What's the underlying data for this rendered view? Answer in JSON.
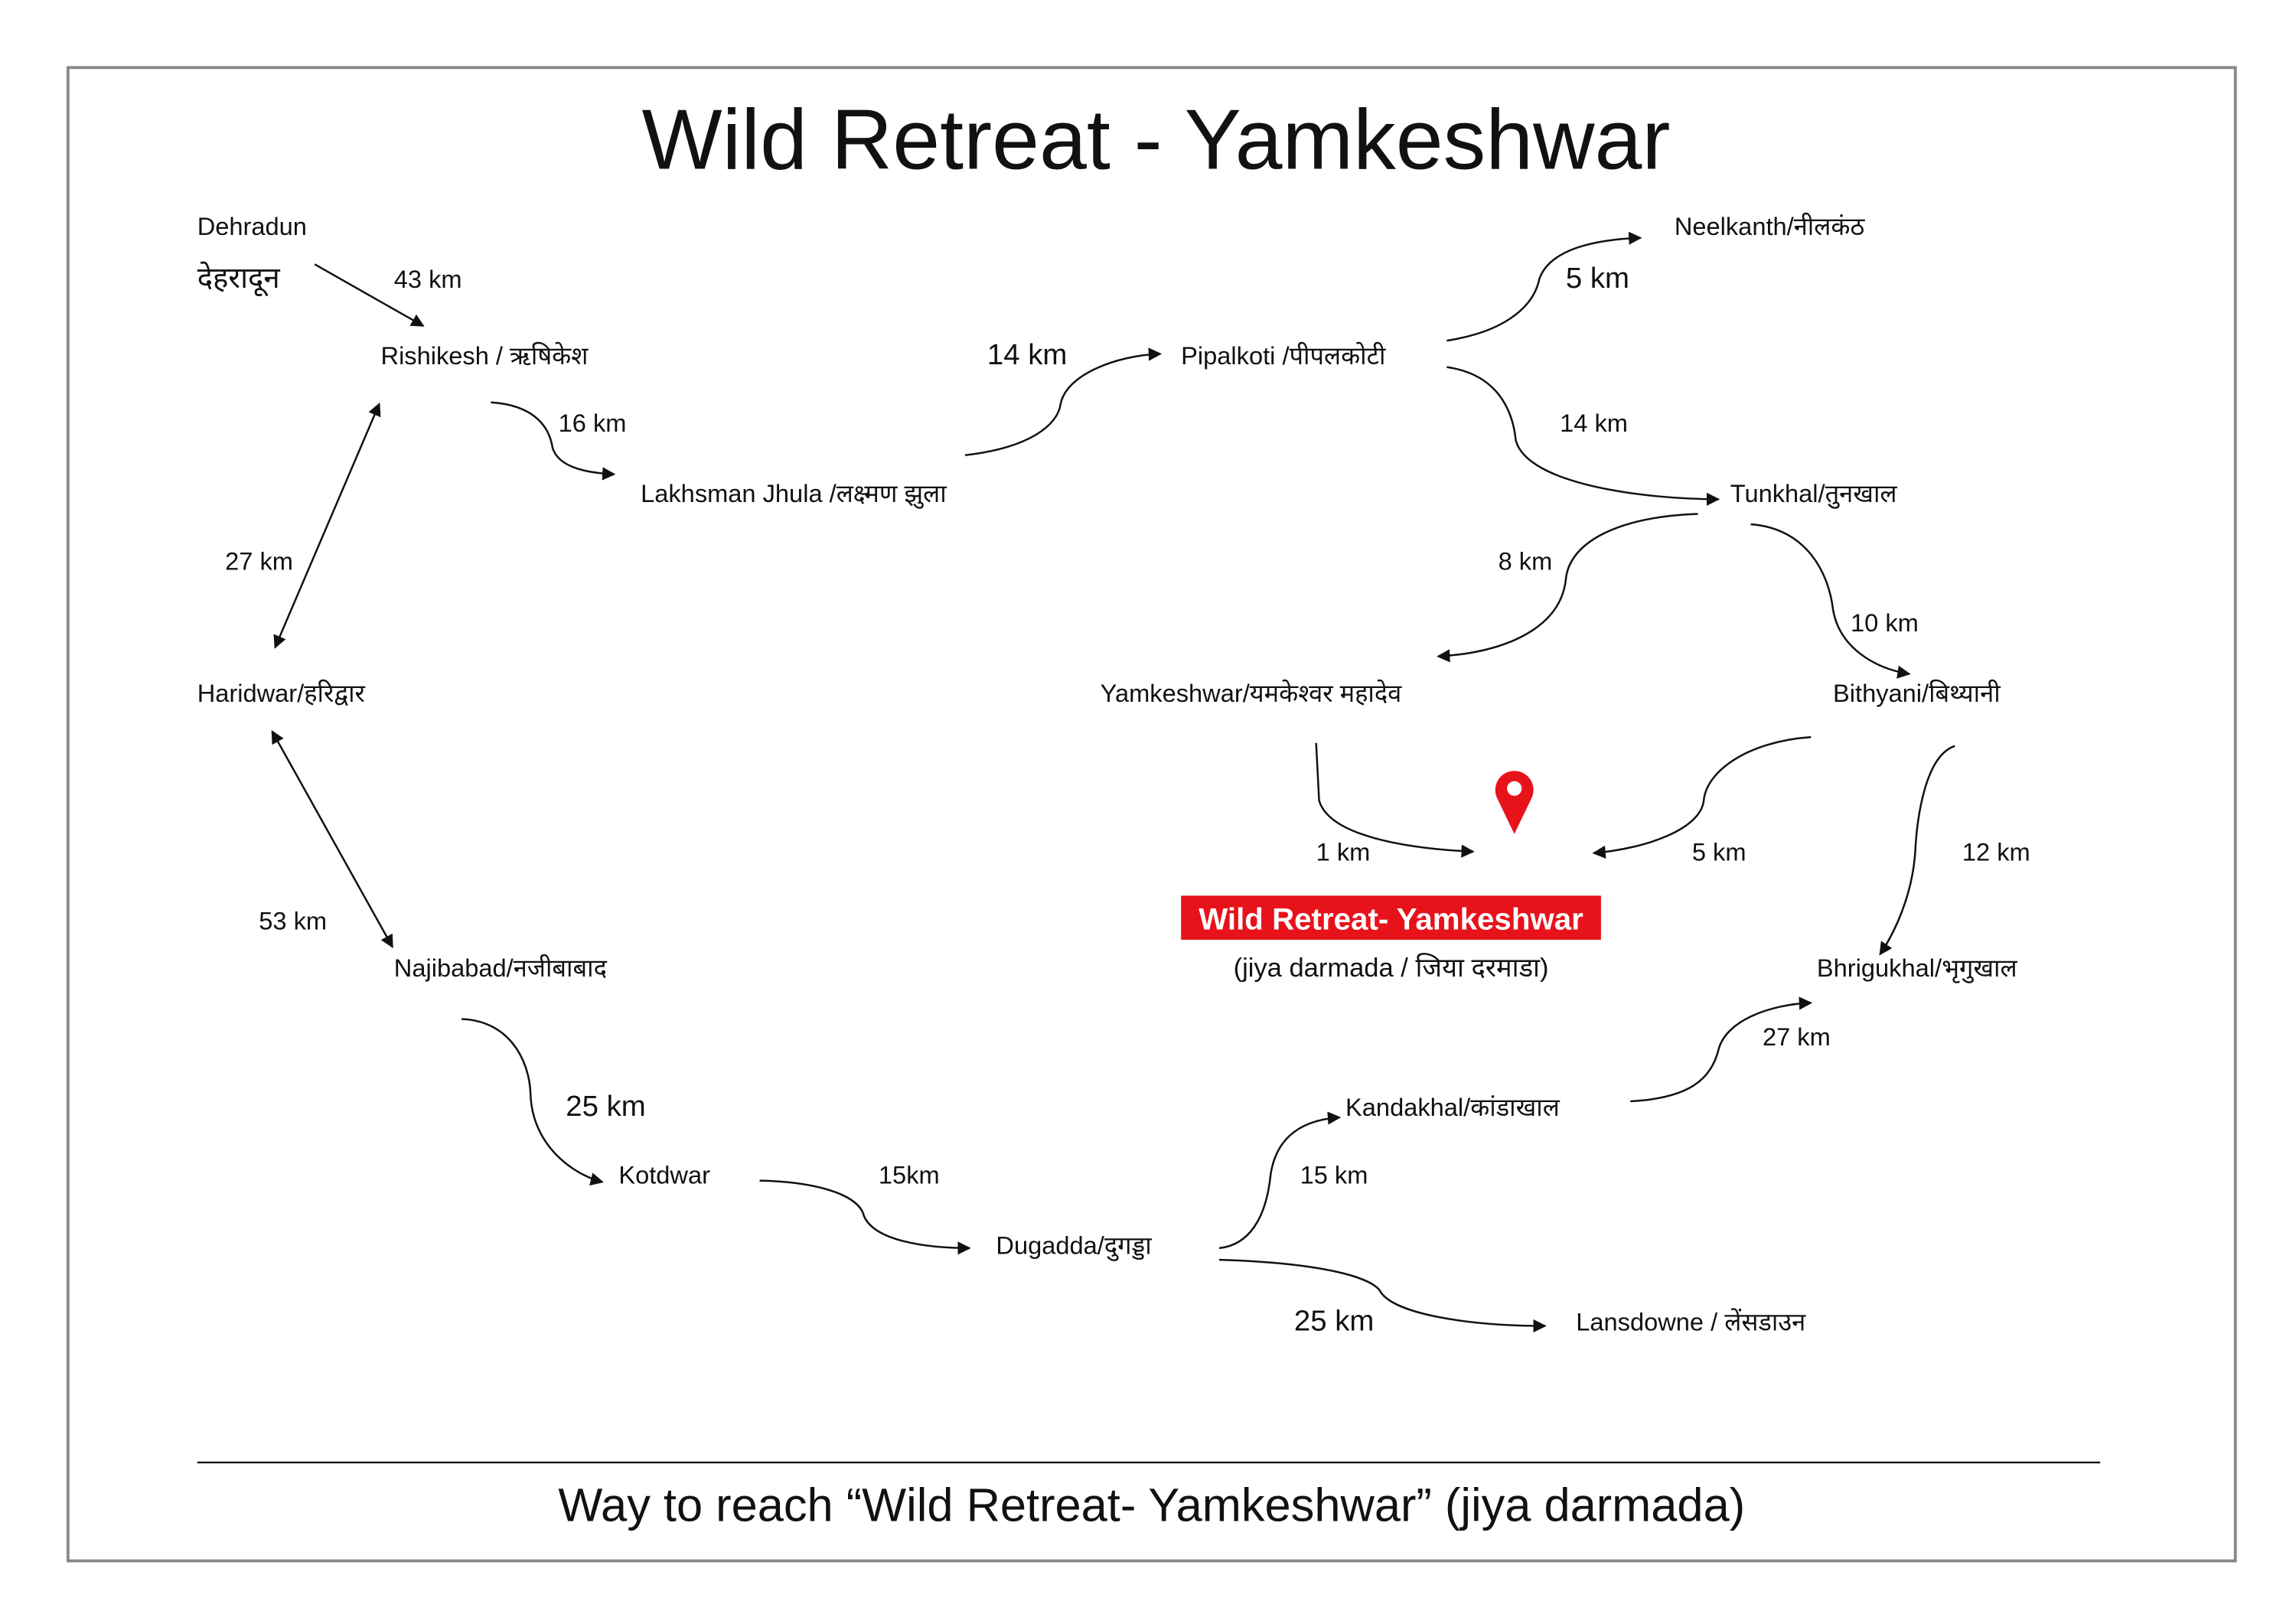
{
  "title": "Wild Retreat - Yamkeshwar",
  "footer": "Way to reach “Wild Retreat- Yamkeshwar” (jiya darmada)",
  "destination": {
    "name": "Wild Retreat- Yamkeshwar",
    "subtitle": "(jiya darmada  /  जिया  दरमाडा)",
    "highlight_color": "#e8121b",
    "pin_icon": "map-pin-icon"
  },
  "places": {
    "dehradun_en": "Dehradun",
    "dehradun_hi": "देहरादून",
    "rishikesh": "Rishikesh  / ऋषिकेश",
    "lakhsman": "Lakhsman Jhula /लक्ष्मण  झुला",
    "pipalkoti": "Pipalkoti /पीपलकोटी",
    "neelkanth": "Neelkanth/नीलकंठ",
    "tunkhal": "Tunkhal/तुनखाल",
    "haridwar": "Haridwar/हरिद्वार",
    "yamkeshwar": "Yamkeshwar/यमकेश्वर  महादेव",
    "bithyani": "Bithyani/बिथ्यानी",
    "najibabad": "Najibabad/नजीबाबाद",
    "bhrigukhal": "Bhrigukhal/भृगुखाल",
    "kandakhal": "Kandakhal/कांडाखाल",
    "kotdwar": "Kotdwar",
    "dugadda": "Dugadda/दुगड्डा",
    "lansdowne": "Lansdowne / लेंसडाउन"
  },
  "distances": {
    "dehradun_rishikesh": "43 km",
    "rishikesh_lakhsman": "16 km",
    "lakhsman_pipalkoti": "14  km",
    "pipalkoti_neelkanth": "5  km",
    "pipalkoti_tunkhal": "14 km",
    "rishikesh_haridwar": "27 km",
    "tunkhal_yamkeshwar": "8 km",
    "tunkhal_bithyani": "10 km",
    "yamkeshwar_retreat": "1 km",
    "bithyani_retreat": "5 km",
    "bithyani_bhrigukhal": "12 km",
    "haridwar_najibabad": "53 km",
    "kandakhal_bhrigukhal": "27 km",
    "najibabad_kotdwar": "25  km",
    "kotdwar_dugadda": "15km",
    "dugadda_kandakhal": "15 km",
    "dugadda_lansdowne": "25  km"
  }
}
